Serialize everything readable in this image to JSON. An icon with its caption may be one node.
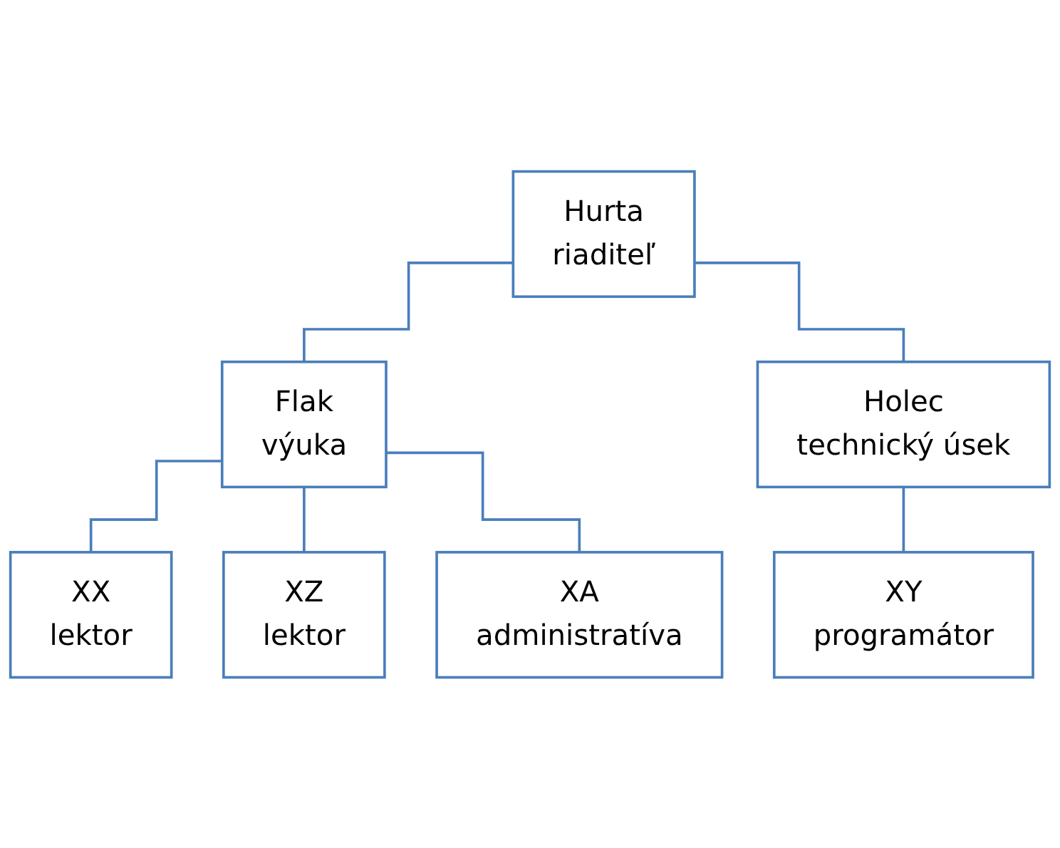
{
  "diagram": {
    "nodes": [
      {
        "text": [
          "Hurta",
          "riaditeľ"
        ]
      },
      {
        "text": [
          "Flak",
          "výuka"
        ]
      },
      {
        "text": [
          "Holec",
          "technický úsek"
        ]
      },
      {
        "text": [
          "XX",
          "lektor"
        ]
      },
      {
        "text": [
          "XZ",
          "lektor"
        ]
      },
      {
        "text": [
          "XA",
          "administratíva"
        ]
      },
      {
        "text": [
          "XY",
          "programátor"
        ]
      }
    ],
    "edges": [
      {
        "from": 0,
        "to": 1,
        "arrow": "none"
      },
      {
        "from": 0,
        "to": 2,
        "arrow": "none"
      },
      {
        "from": 1,
        "to": 3,
        "arrow": "none"
      },
      {
        "from": 1,
        "to": 4,
        "arrow": "none"
      },
      {
        "from": 1,
        "to": 5,
        "arrow": "none"
      },
      {
        "from": 2,
        "to": 6,
        "arrow": "none"
      }
    ]
  }
}
